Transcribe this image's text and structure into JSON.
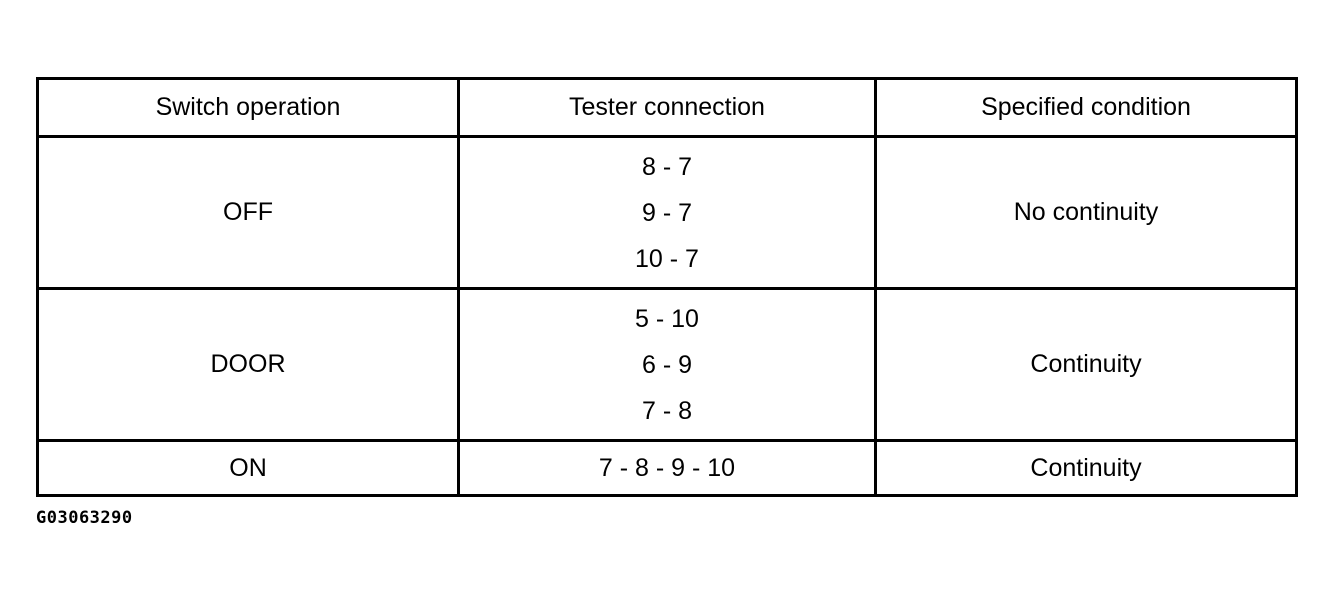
{
  "figure": {
    "caption": "G03063290",
    "background_color": "#ffffff",
    "line_color": "#000000",
    "text_color": "#000000"
  },
  "table": {
    "headers": [
      "Switch operation",
      "Tester connection",
      "Specified condition"
    ],
    "rows": [
      {
        "switch_operation": "OFF",
        "tester_connection_lines": [
          "8 - 7",
          "9 - 7",
          "10 - 7"
        ],
        "specified_condition": "No continuity"
      },
      {
        "switch_operation": "DOOR",
        "tester_connection_lines": [
          "5 - 10",
          "6 - 9",
          "7 - 8"
        ],
        "specified_condition": "Continuity"
      },
      {
        "switch_operation": "ON",
        "tester_connection_lines": [
          "7 - 8 - 9 - 10"
        ],
        "specified_condition": "Continuity"
      }
    ]
  }
}
